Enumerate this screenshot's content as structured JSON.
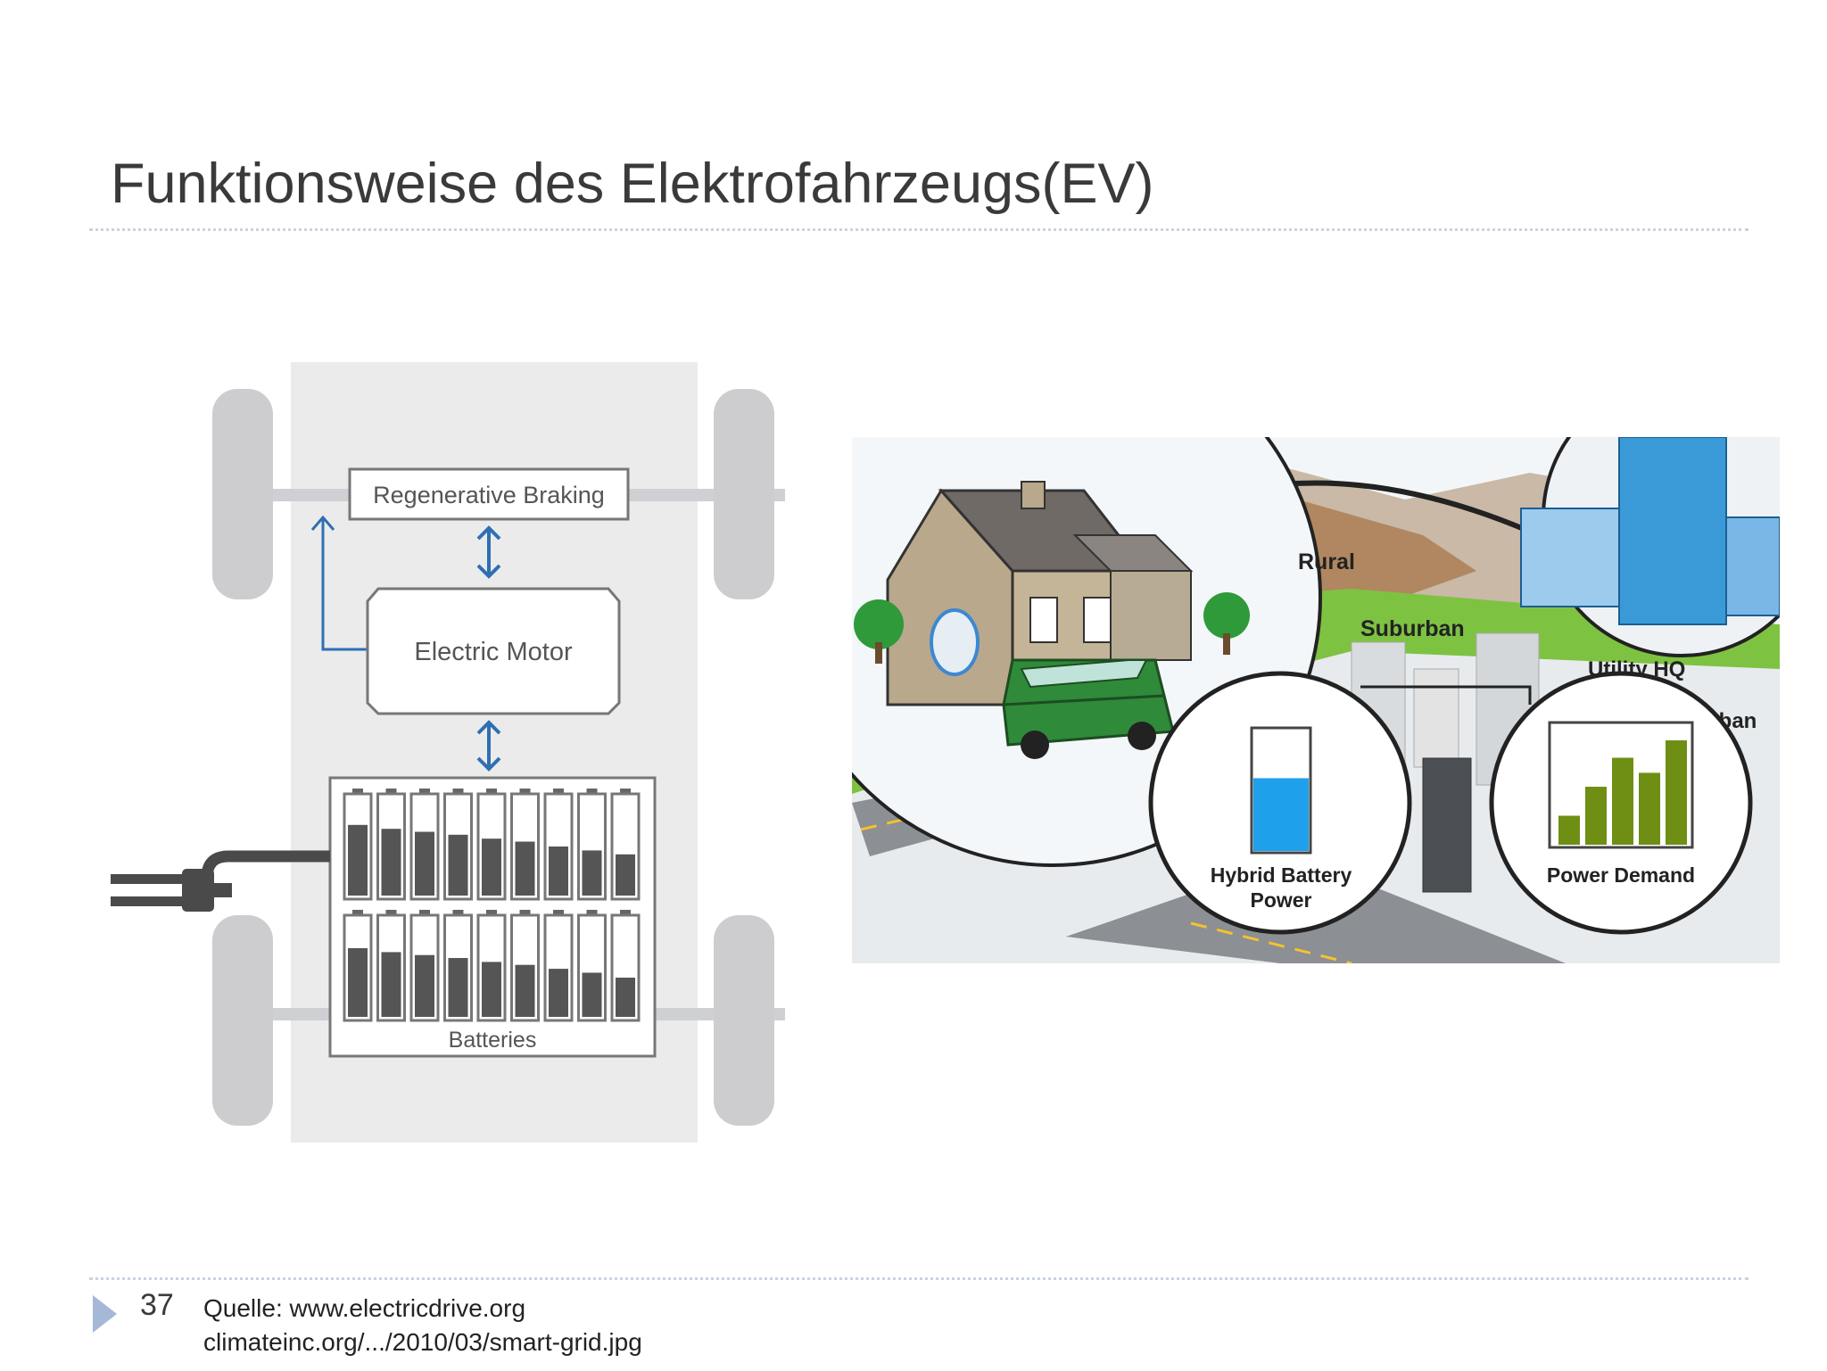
{
  "slide": {
    "title": "Funktionsweise des Elektrofahrzeugs(EV)",
    "page_number": "37",
    "source_line1": "Quelle: www.electricdrive.org",
    "source_line2": "climateinc.org/.../2010/03/smart-grid.jpg"
  },
  "ev_diagram": {
    "regenerative_braking": "Regenerative Braking",
    "electric_motor": "Electric Motor",
    "batteries": "Batteries",
    "cell_fills": [
      0.72,
      0.68,
      0.65,
      0.62,
      0.58,
      0.55,
      0.5,
      0.46,
      0.42,
      0.7,
      0.66,
      0.63,
      0.6,
      0.56,
      0.53,
      0.49,
      0.45,
      0.4
    ]
  },
  "smart_grid": {
    "rural": "Rural",
    "suburban": "Suburban",
    "utility_hq": "Utility HQ",
    "urban": "Urban",
    "hybrid_battery_power_line1": "Hybrid Battery",
    "hybrid_battery_power_line2": "Power",
    "hybrid_battery_level": 0.6,
    "power_demand": "Power Demand",
    "power_demand_bars": [
      0.25,
      0.5,
      0.75,
      0.62,
      0.9
    ]
  },
  "colors": {
    "accent": "#a6b8d8",
    "diagram_arrow": "#2e6fb3",
    "grass": "#7ec242",
    "battery_blue": "#1ea0ea",
    "demand_olive": "#6e8f14",
    "car_green": "#2f8a3a"
  }
}
